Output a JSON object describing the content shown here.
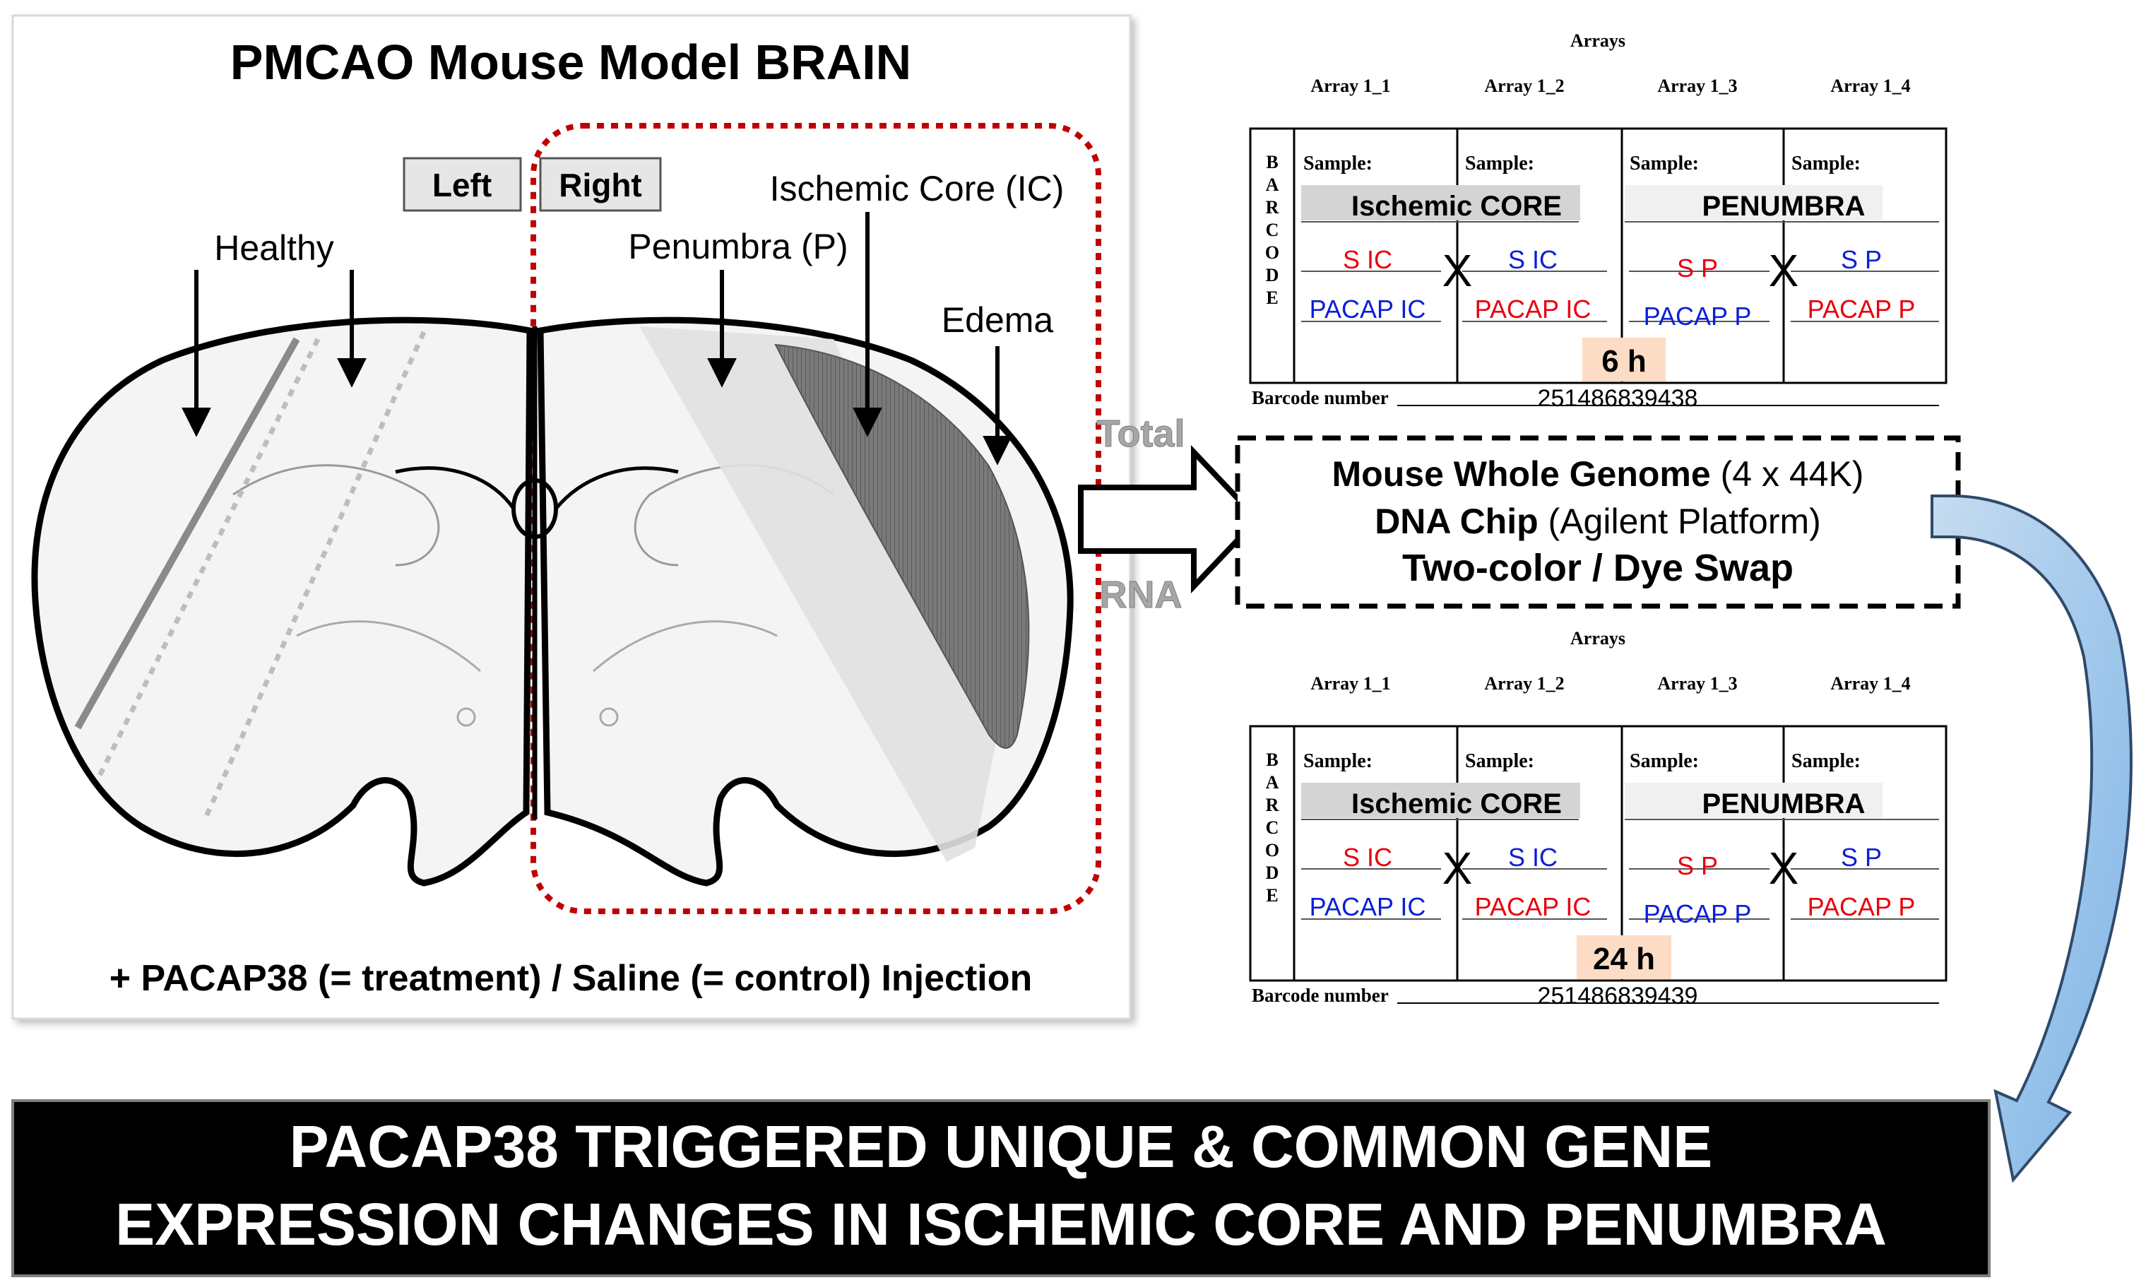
{
  "brain_panel": {
    "title": "PMCAO Mouse Model BRAIN",
    "left_button": "Left",
    "right_button": "Right",
    "label_healthy": "Healthy",
    "label_penumbra": "Penumbra (P)",
    "label_ischemic_core": "Ischemic Core (IC)",
    "label_edema": "Edema",
    "injection_caption": "+ PACAP38 (= treatment) / Saline (= control) Injection"
  },
  "total_rna": {
    "line1": "Total",
    "line2": "RNA"
  },
  "chip_box": {
    "line1_bold": "Mouse Whole Genome",
    "line1_normal": " (4 x 44K)",
    "line2_bold": "DNA Chip",
    "line2_normal": " (Agilent Platform)",
    "line3": "Two-color / Dye Swap"
  },
  "arrays": [
    {
      "header": "Arrays",
      "array_names": [
        "Array 1_1",
        "Array 1_2",
        "Array 1_3",
        "Array 1_4"
      ],
      "barcode_vertical": [
        "B",
        "A",
        "R",
        "C",
        "O",
        "D",
        "E"
      ],
      "sample_label": "Sample:",
      "group_ic": "Ischemic CORE",
      "group_p": "PENUMBRA",
      "cells": [
        {
          "top": "S IC",
          "bottom": "PACAP IC"
        },
        {
          "top": "S IC",
          "bottom": "PACAP IC"
        },
        {
          "top": "S P",
          "bottom": "PACAP P"
        },
        {
          "top": "S P",
          "bottom": "PACAP P"
        }
      ],
      "swap_mark": "X",
      "time": "6 h",
      "barcode_label": "Barcode number",
      "barcode_number": "251486839438"
    },
    {
      "header": "Arrays",
      "array_names": [
        "Array 1_1",
        "Array 1_2",
        "Array 1_3",
        "Array 1_4"
      ],
      "barcode_vertical": [
        "B",
        "A",
        "R",
        "C",
        "O",
        "D",
        "E"
      ],
      "sample_label": "Sample:",
      "group_ic": "Ischemic CORE",
      "group_p": "PENUMBRA",
      "cells": [
        {
          "top": "S IC",
          "bottom": "PACAP IC"
        },
        {
          "top": "S IC",
          "bottom": "PACAP IC"
        },
        {
          "top": "S P",
          "bottom": "PACAP P"
        },
        {
          "top": "S P",
          "bottom": "PACAP P"
        }
      ],
      "swap_mark": "X",
      "time": "24 h",
      "barcode_label": "Barcode number",
      "barcode_number": "251486839439"
    }
  ],
  "conclusion": {
    "line1": "PACAP38 TRIGGERED UNIQUE & COMMON GENE",
    "line2": "EXPRESSION CHANGES IN ISCHEMIC CORE AND PENUMBRA"
  },
  "colors": {
    "red_label": "#e8000b",
    "blue_label": "#0b1fd6",
    "time_badge": "#fcdcc5",
    "dotted_frame": "#c00000",
    "core_fill": "#6e6e6e",
    "curved_arrow": "#9fc6ea"
  }
}
